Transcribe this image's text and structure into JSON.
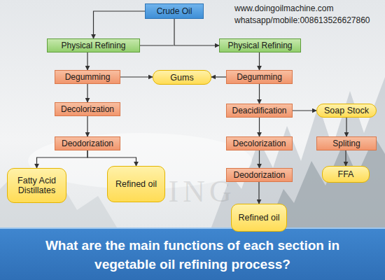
{
  "diagram": {
    "caption": "What are the main functions of each section in vegetable oil refining process?",
    "nodes": [
      {
        "text": [
          "Crude Oil"
        ]
      },
      {
        "text": [
          "Physical Refining"
        ]
      },
      {
        "text": [
          "Physical Refining"
        ]
      },
      {
        "text": [
          "Degumming"
        ]
      },
      {
        "text": [
          "Gums"
        ]
      },
      {
        "text": [
          "Degumming"
        ]
      },
      {
        "text": [
          "Decolorization"
        ]
      },
      {
        "text": [
          "Deacidification"
        ]
      },
      {
        "text": [
          "Soap Stock"
        ]
      },
      {
        "text": [
          "Deodorization"
        ]
      },
      {
        "text": [
          "Decolorization"
        ]
      },
      {
        "text": [
          "Spliting"
        ]
      },
      {
        "text": [
          "Fatty Acid Distillates"
        ]
      },
      {
        "text": [
          "Refined oil"
        ]
      },
      {
        "text": [
          "Deodorization"
        ]
      },
      {
        "text": [
          "FFA"
        ]
      },
      {
        "text": [
          "Refined oil"
        ]
      }
    ],
    "edges": [
      {
        "from": 0,
        "to": 1,
        "arrow": "to"
      },
      {
        "from": 0,
        "to": 2,
        "arrow": "to"
      },
      {
        "from": 1,
        "to": 3,
        "arrow": "to"
      },
      {
        "from": 2,
        "to": 5,
        "arrow": "to"
      },
      {
        "from": 3,
        "to": 4,
        "arrow": "to"
      },
      {
        "from": 5,
        "to": 4,
        "arrow": "to"
      },
      {
        "from": 3,
        "to": 6,
        "arrow": "to"
      },
      {
        "from": 6,
        "to": 9,
        "arrow": "to"
      },
      {
        "from": 9,
        "to": 12,
        "arrow": "to"
      },
      {
        "from": 9,
        "to": 13,
        "arrow": "to"
      },
      {
        "from": 5,
        "to": 7,
        "arrow": "to"
      },
      {
        "from": 7,
        "to": 8,
        "arrow": "to"
      },
      {
        "from": 7,
        "to": 10,
        "arrow": "to"
      },
      {
        "from": 10,
        "to": 14,
        "arrow": "to"
      },
      {
        "from": 14,
        "to": 16,
        "arrow": "to"
      },
      {
        "from": 8,
        "to": 11,
        "arrow": "to"
      },
      {
        "from": 11,
        "to": 15,
        "arrow": "to"
      }
    ],
    "labels": [
      "www.doingoilmachine.com",
      "whatsapp/mobile:008613526627860",
      "DOING"
    ]
  }
}
